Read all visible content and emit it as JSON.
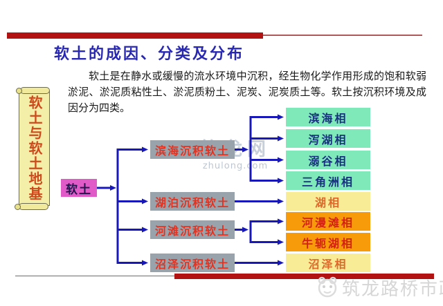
{
  "slide": {
    "title": "软土的成因、分类及分布",
    "paragraph": "软土是在静水或缓慢的流水环境中沉积，经生物化学作用形成的饱和软弱淤泥、淤泥质粘性土、淤泥质粉土、泥炭、泥炭质土等。软土按沉积环境及成因分为四类。"
  },
  "banner": {
    "text": "软土与软土地基"
  },
  "flowchart": {
    "root": {
      "label": "软土"
    },
    "branches": [
      {
        "label": "滨海沉积软土",
        "children": [
          "滨海相",
          "泻湖相",
          "溺谷相",
          "三角洲相"
        ]
      },
      {
        "label": "湖泊沉积软土",
        "children": [
          "湖相"
        ]
      },
      {
        "label": "河滩沉积软土",
        "children": [
          "河漫滩相",
          "牛轭湖相"
        ]
      },
      {
        "label": "沼泽沉积软土",
        "children": [
          "沼泽相"
        ]
      }
    ]
  },
  "watermark": {
    "line1": "筑龙网",
    "line2": "zhulong.com"
  },
  "footer": {
    "brand": "筑龙路桥市政"
  },
  "colors": {
    "accent_red": "#b31212",
    "title_blue": "#2828b2",
    "connector_blue": "#1818ba",
    "root_fill": "#e05ac8",
    "branch_fill": "#99a3ac",
    "branch_text": "#e03322",
    "leaf_green_fill": "#7fe9ba",
    "leaf_green_text": "#182f80",
    "leaf_yellow_fill": "#f8ec96",
    "leaf_yellow_text": "#e0662a",
    "leaf_orange_fill": "#f79b0b",
    "leaf_orange_text": "#d42012",
    "banner_fill": "#f4efa8",
    "banner_text": "#ce4a1c"
  }
}
